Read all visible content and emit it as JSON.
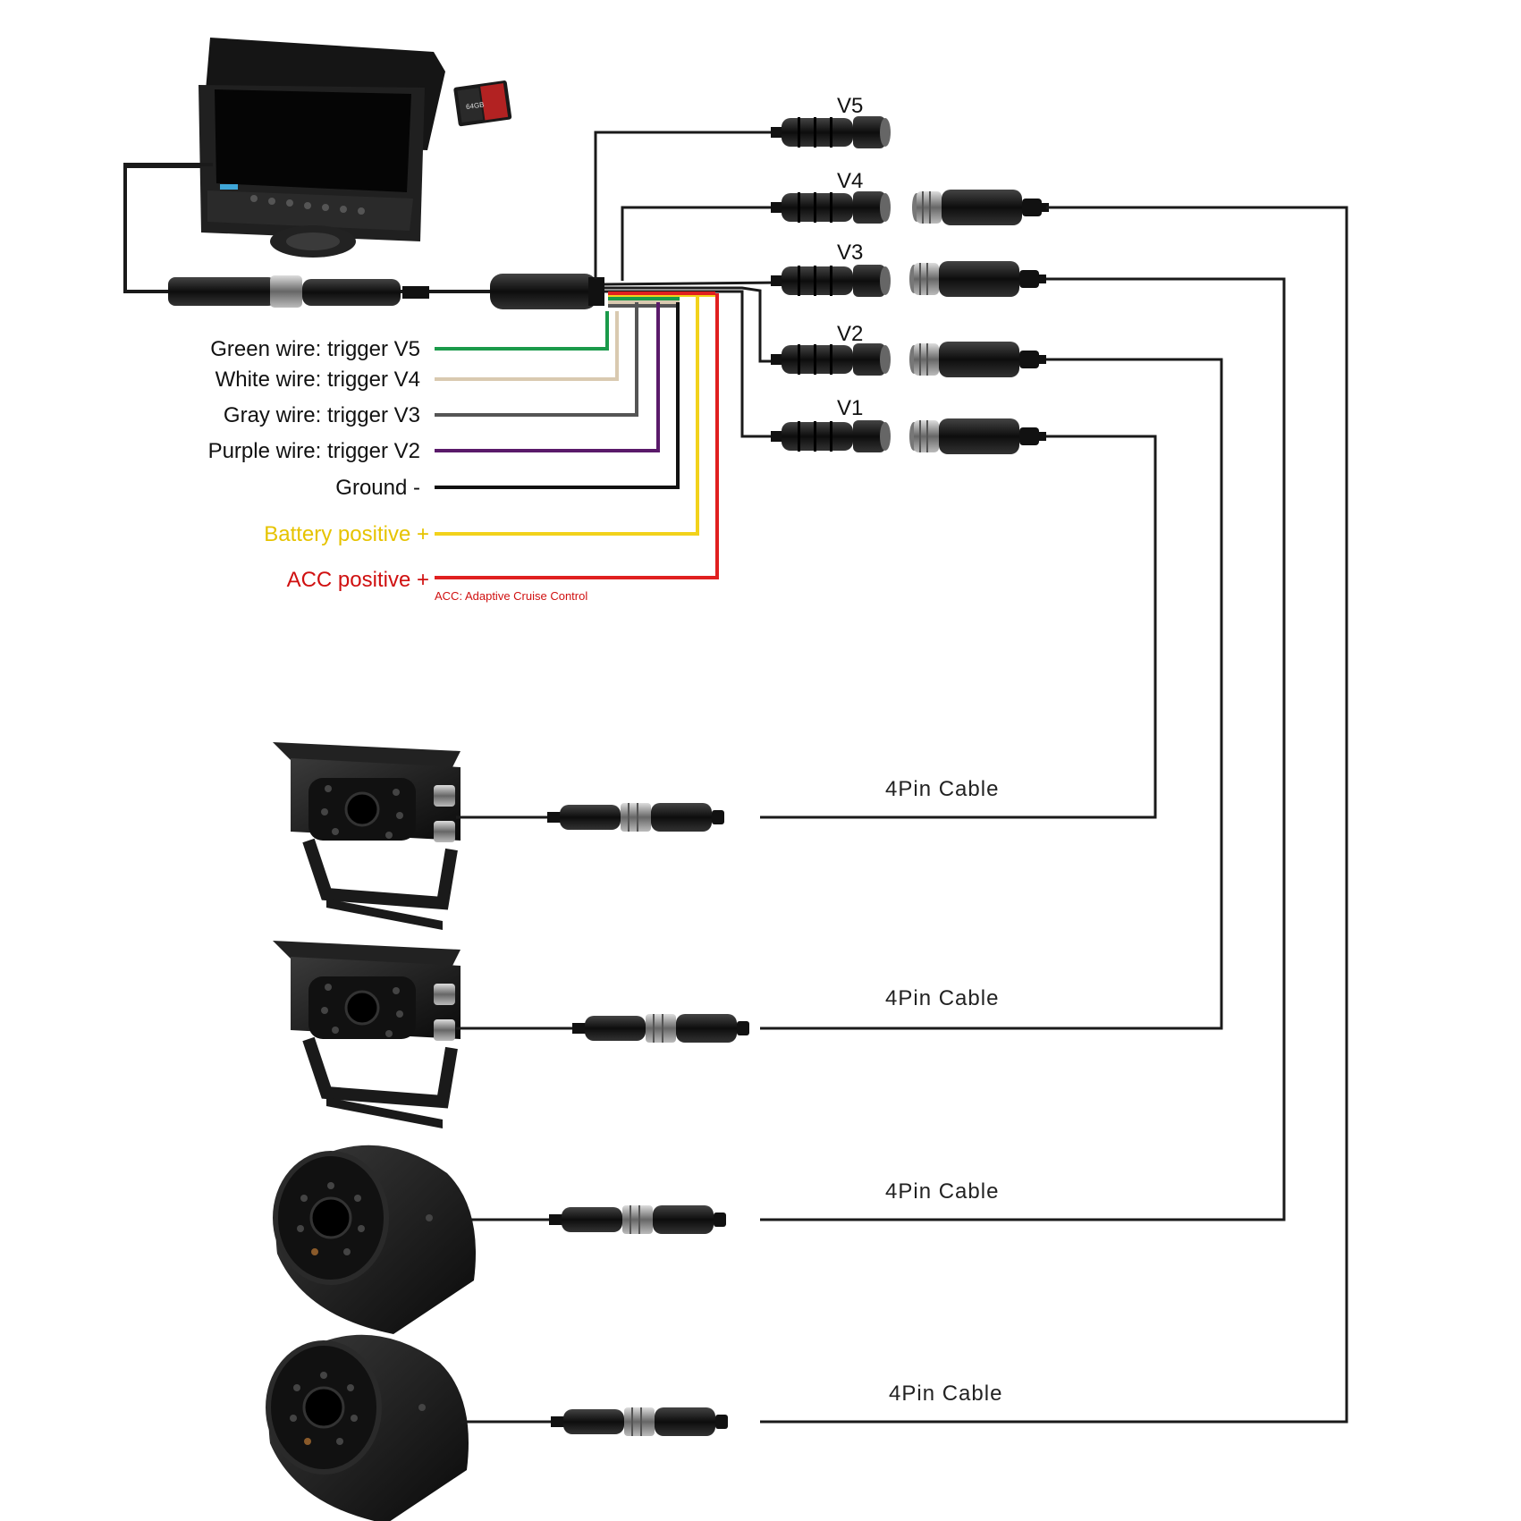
{
  "monitor": {
    "sd_card_text": "64GB"
  },
  "video_inputs": [
    {
      "label": "V5"
    },
    {
      "label": "V4"
    },
    {
      "label": "V3"
    },
    {
      "label": "V2"
    },
    {
      "label": "V1"
    }
  ],
  "wire_legend": [
    {
      "text": "Green wire: trigger V5",
      "color": "#1a9a4a"
    },
    {
      "text": "White wire: trigger V4",
      "color": "#d9c9b0"
    },
    {
      "text": "Gray wire: trigger V3",
      "color": "#555555"
    },
    {
      "text": "Purple wire: trigger V2",
      "color": "#5a1a6a"
    },
    {
      "text": "Ground -",
      "color": "#111111"
    },
    {
      "text": "Battery positive +",
      "color": "#f2d21b"
    },
    {
      "text": "ACC positive +",
      "color": "#e02020"
    }
  ],
  "acc_note": "ACC: Adaptive Cruise Control",
  "cameras": [
    {
      "cable_label": "4Pin Cable",
      "type": "bracket"
    },
    {
      "cable_label": "4Pin Cable",
      "type": "bracket"
    },
    {
      "cable_label": "4Pin Cable",
      "type": "dome"
    },
    {
      "cable_label": "4Pin Cable",
      "type": "dome"
    }
  ],
  "colors": {
    "cable": "#1a1a1a",
    "connector": "#151515",
    "legend_default_text": "#111111",
    "battery_text": "#e6c300",
    "acc_text": "#d01010"
  }
}
